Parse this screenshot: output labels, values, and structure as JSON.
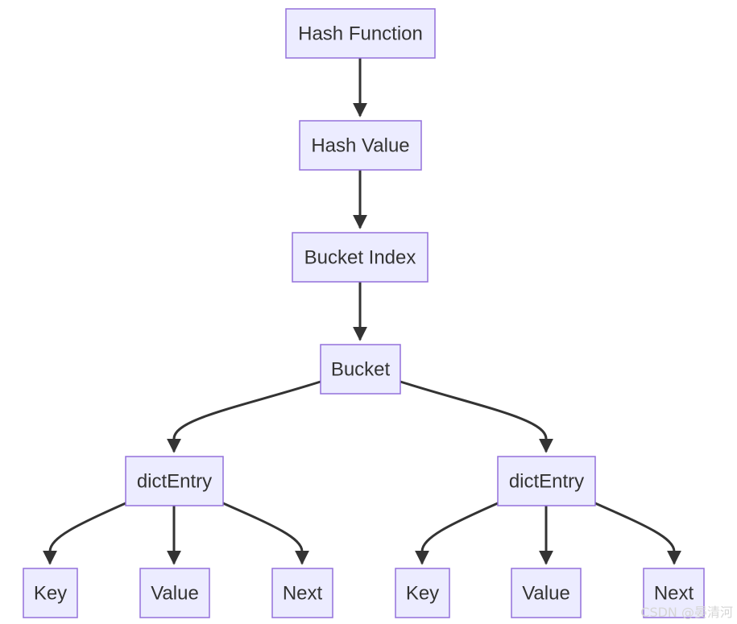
{
  "diagram": {
    "nodes": [
      {
        "id": "hash_function",
        "label": "Hash Function"
      },
      {
        "id": "hash_value",
        "label": "Hash Value"
      },
      {
        "id": "bucket_index",
        "label": "Bucket Index"
      },
      {
        "id": "bucket",
        "label": "Bucket"
      },
      {
        "id": "dict_entry_left",
        "label": "dictEntry"
      },
      {
        "id": "dict_entry_right",
        "label": "dictEntry"
      },
      {
        "id": "key_left",
        "label": "Key"
      },
      {
        "id": "value_left",
        "label": "Value"
      },
      {
        "id": "next_left",
        "label": "Next"
      },
      {
        "id": "key_right",
        "label": "Key"
      },
      {
        "id": "value_right",
        "label": "Value"
      },
      {
        "id": "next_right",
        "label": "Next"
      }
    ],
    "edges": [
      {
        "from": "hash_function",
        "to": "hash_value"
      },
      {
        "from": "hash_value",
        "to": "bucket_index"
      },
      {
        "from": "bucket_index",
        "to": "bucket"
      },
      {
        "from": "bucket",
        "to": "dict_entry_left"
      },
      {
        "from": "bucket",
        "to": "dict_entry_right"
      },
      {
        "from": "dict_entry_left",
        "to": "key_left"
      },
      {
        "from": "dict_entry_left",
        "to": "value_left"
      },
      {
        "from": "dict_entry_left",
        "to": "next_left"
      },
      {
        "from": "dict_entry_right",
        "to": "key_right"
      },
      {
        "from": "dict_entry_right",
        "to": "value_right"
      },
      {
        "from": "dict_entry_right",
        "to": "next_right"
      }
    ]
  },
  "watermark": "CSDN @晏清河",
  "colors": {
    "node_fill": "#ececff",
    "node_stroke": "#9370db",
    "edge": "#333333",
    "text": "#333333",
    "watermark": "#d6d6d6"
  }
}
